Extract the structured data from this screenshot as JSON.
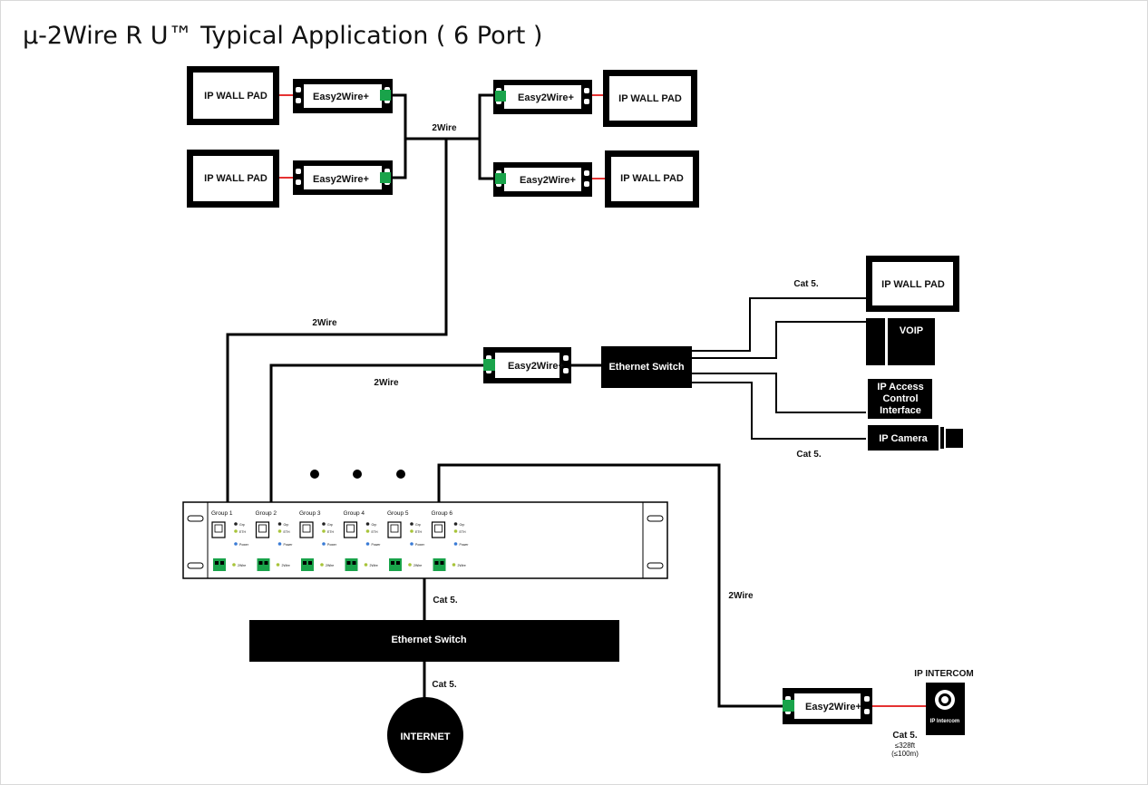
{
  "title": "µ-2Wire R U™ Typical Application ( 6 Port )",
  "labels": {
    "ip_wall_pad": "IP WALL PAD",
    "easy2wire": "Easy2Wire+",
    "two_wire": "2Wire",
    "cat5": "Cat 5.",
    "voip": "VOIP",
    "ip_access_1": "IP Access",
    "ip_access_2": "Control",
    "ip_access_3": "Interface",
    "ip_camera": "IP Camera",
    "ethernet_switch": "Ethernet Switch",
    "internet": "INTERNET",
    "ip_intercom": "IP INTERCOM",
    "ip_intercom_small": "IP Intercom",
    "distance_1": "≤328ft",
    "distance_2": "(≤100m)"
  },
  "rack": {
    "groups": [
      "Group 1",
      "Group 2",
      "Group 3",
      "Group 4",
      "Group 5",
      "Group 6"
    ],
    "led_labels": [
      "Grp",
      "ETH",
      "Power",
      "2Wire"
    ]
  },
  "colors": {
    "connector_green": "#19a34a",
    "cable_red": "#e53232",
    "ink": "#000000"
  }
}
